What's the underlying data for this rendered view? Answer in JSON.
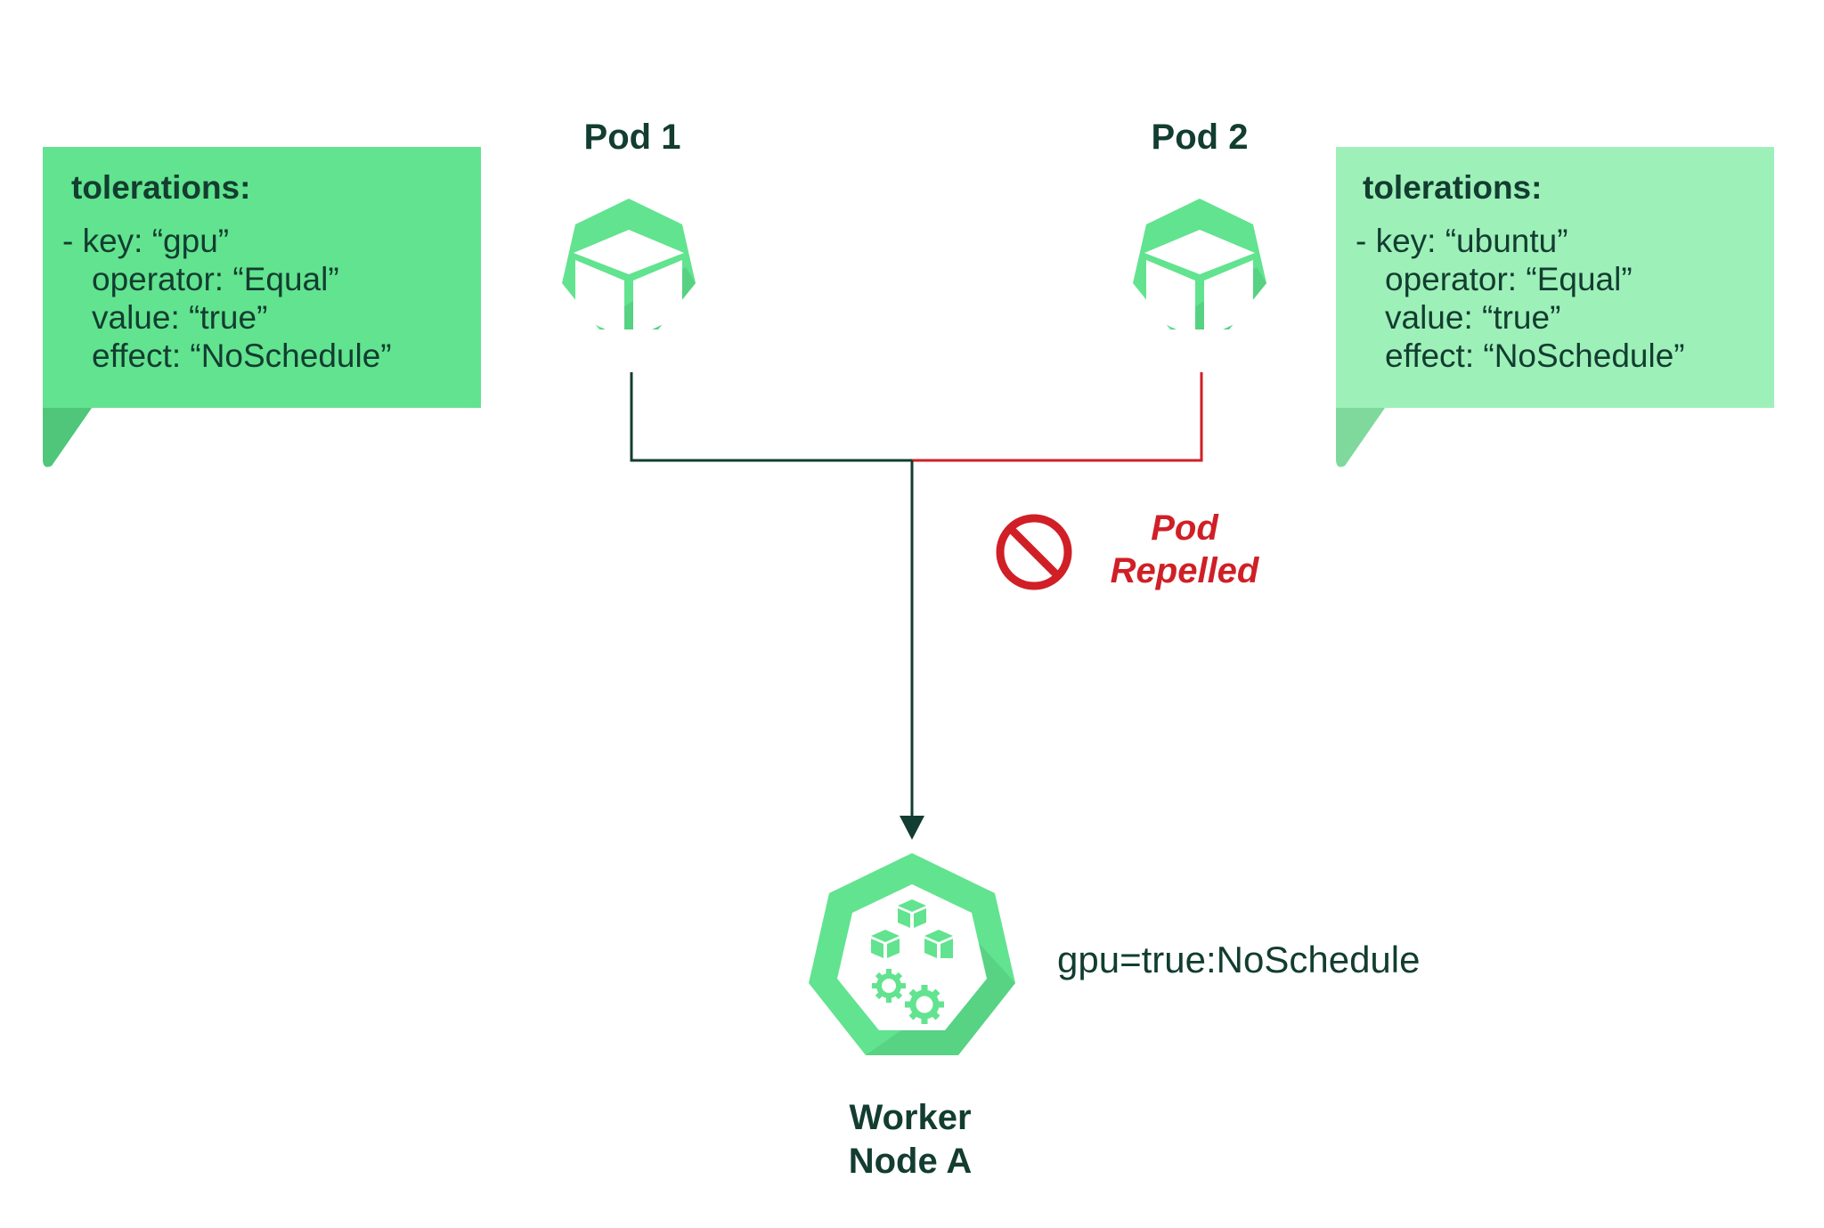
{
  "colors": {
    "dark": "#123d30",
    "green": "#62e38f",
    "green_shadow": "#4fc67a",
    "light_green": "#9ef0b9",
    "light_green_shadow": "#7fd99c",
    "red": "#d01f26",
    "white": "#ffffff"
  },
  "pods": [
    {
      "label": "Pod 1",
      "icon": "pod-cube-icon"
    },
    {
      "label": "Pod 2",
      "icon": "pod-cube-icon"
    }
  ],
  "tolerations_left": {
    "title": "tolerations:",
    "lines": [
      "- key: “gpu”",
      "operator: “Equal”",
      "value: “true”",
      "effect: “NoSchedule”"
    ]
  },
  "tolerations_right": {
    "title": "tolerations:",
    "lines": [
      "- key: “ubuntu”",
      "operator: “Equal”",
      "value: “true”",
      "effect: “NoSchedule”"
    ]
  },
  "repelled": {
    "line1": "Pod",
    "line2": "Repelled",
    "icon": "no-entry-icon"
  },
  "node": {
    "line1": "Worker",
    "line2": "Node A",
    "taint": "gpu=true:NoSchedule",
    "icon": "worker-node-icon"
  }
}
